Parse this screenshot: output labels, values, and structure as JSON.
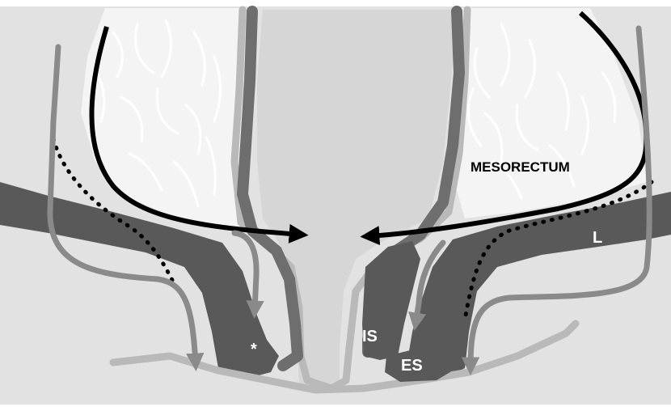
{
  "labels": {
    "mesorectum": "MESORECTUM",
    "levator": "L",
    "internal_sphincter": "IS",
    "external_sphincter": "ES",
    "asterisk": "*"
  },
  "colors": {
    "background": "#e2e2e2",
    "fat": "#f4f4f4",
    "fat_strands": "#ffffff",
    "lumen": "#d6d6d6",
    "rectal_wall": "#6e6e6e",
    "muscle": "#595959",
    "outline": "#b9b9b9",
    "black_arrow": "#000000",
    "gray_arrow": "#8a8a8a"
  }
}
